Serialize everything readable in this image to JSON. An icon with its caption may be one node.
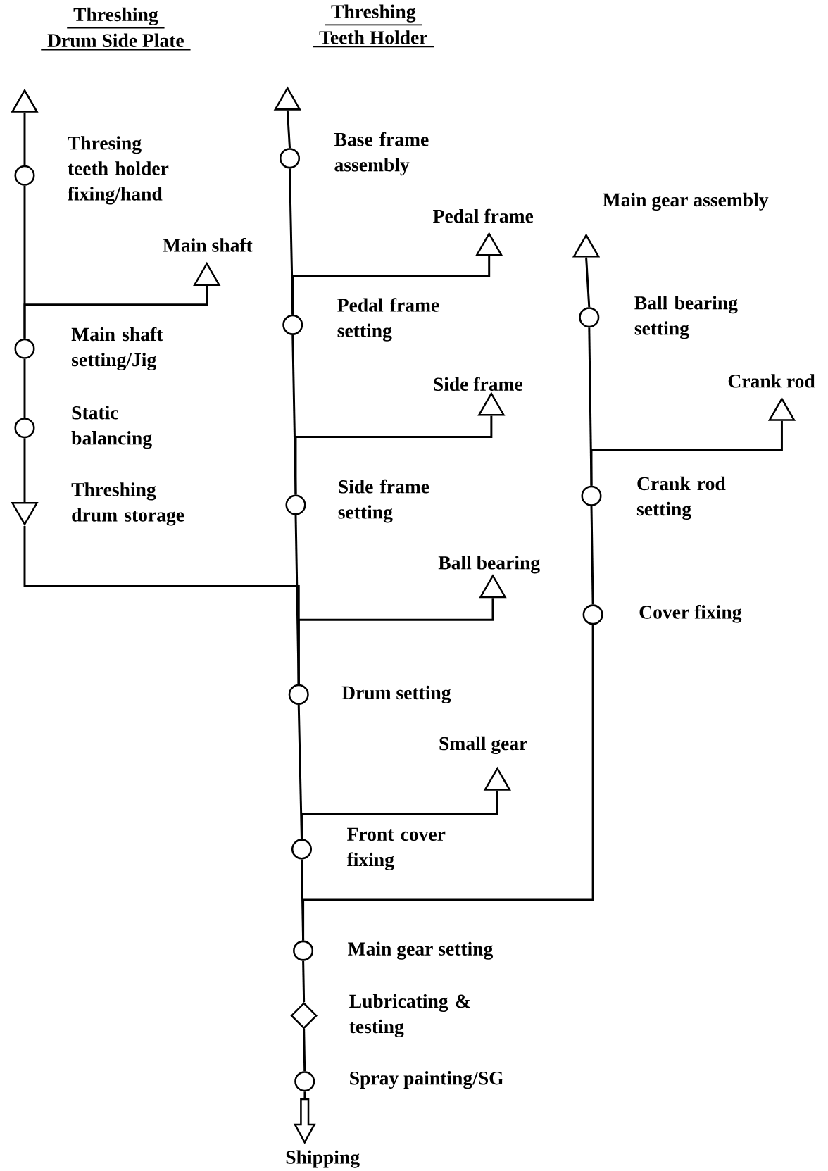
{
  "diagram": {
    "nodes": [
      {
        "text": [],
        "shape": "triangle"
      },
      {
        "text": [],
        "shape": "circle",
        "beside": [
          "Thresing teeth holder fixing/hand"
        ]
      },
      {
        "text": [],
        "shape": "triangle",
        "beside": [
          "Main shaft"
        ]
      },
      {
        "text": [],
        "shape": "circle",
        "beside": [
          "Main shaft setting/Jig"
        ]
      },
      {
        "text": [],
        "shape": "circle",
        "beside": [
          "Static balancing"
        ]
      },
      {
        "text": [],
        "shape": "triangle",
        "beside": [
          "Threshing drum storage"
        ]
      },
      {
        "text": [],
        "shape": "triangle"
      },
      {
        "text": [],
        "shape": "circle",
        "beside": [
          "Base frame assembly"
        ]
      },
      {
        "text": [],
        "shape": "triangle",
        "beside": [
          "Pedal frame"
        ]
      },
      {
        "text": [],
        "shape": "circle",
        "beside": [
          "Pedal frame setting"
        ]
      },
      {
        "text": [],
        "shape": "triangle",
        "beside": [
          "Side frame"
        ]
      },
      {
        "text": [],
        "shape": "circle",
        "beside": [
          "Side frame setting"
        ]
      },
      {
        "text": [],
        "shape": "triangle",
        "beside": [
          "Ball bearing"
        ]
      },
      {
        "text": [],
        "shape": "circle",
        "beside": [
          "Drum setting"
        ]
      },
      {
        "text": [],
        "shape": "triangle",
        "beside": [
          "Small gear"
        ]
      },
      {
        "text": [],
        "shape": "circle",
        "beside": [
          "Front cover fixing"
        ]
      },
      {
        "text": [],
        "shape": "circle",
        "beside": [
          "Main gear setting"
        ]
      },
      {
        "text": [],
        "shape": "diamond",
        "beside": [
          "Lubricating & testing"
        ]
      },
      {
        "text": [],
        "shape": "circle",
        "beside": [
          "Spray painting/SG"
        ]
      },
      {
        "text": [
          "Shipping"
        ]
      },
      {
        "text": [],
        "shape": "triangle",
        "beside": [
          "Main gear assembly"
        ]
      },
      {
        "text": [],
        "shape": "circle",
        "beside": [
          "Ball bearing setting"
        ]
      },
      {
        "text": [],
        "shape": "triangle",
        "beside": [
          "Crank rod"
        ]
      },
      {
        "text": [],
        "shape": "circle",
        "beside": [
          "Crank rod setting"
        ]
      },
      {
        "text": [],
        "shape": "circle",
        "beside": [
          "Cover fixing"
        ]
      }
    ],
    "edges": [
      {
        "from": 0,
        "to": 1,
        "arrow": "none"
      },
      {
        "from": 1,
        "to": 3,
        "arrow": "none"
      },
      {
        "from": 2,
        "to": 3,
        "arrow": "none"
      },
      {
        "from": 3,
        "to": 4,
        "arrow": "none"
      },
      {
        "from": 4,
        "to": 5,
        "arrow": "none"
      },
      {
        "from": 5,
        "to": 13,
        "arrow": "none"
      },
      {
        "from": 6,
        "to": 7,
        "arrow": "none"
      },
      {
        "from": 7,
        "to": 9,
        "arrow": "none"
      },
      {
        "from": 8,
        "to": 9,
        "arrow": "none"
      },
      {
        "from": 9,
        "to": 11,
        "arrow": "none"
      },
      {
        "from": 10,
        "to": 11,
        "arrow": "none"
      },
      {
        "from": 11,
        "to": 13,
        "arrow": "none"
      },
      {
        "from": 12,
        "to": 13,
        "arrow": "none"
      },
      {
        "from": 13,
        "to": 15,
        "arrow": "none"
      },
      {
        "from": 14,
        "to": 15,
        "arrow": "none"
      },
      {
        "from": 15,
        "to": 16,
        "arrow": "none"
      },
      {
        "from": 24,
        "to": 16,
        "arrow": "none"
      },
      {
        "from": 16,
        "to": 17,
        "arrow": "none"
      },
      {
        "from": 17,
        "to": 18,
        "arrow": "none"
      },
      {
        "from": 18,
        "to": 19,
        "arrow": "to",
        "style": "thick"
      },
      {
        "from": 20,
        "to": 21,
        "arrow": "none"
      },
      {
        "from": 21,
        "to": 23,
        "arrow": "none"
      },
      {
        "from": 22,
        "to": 23,
        "arrow": "none"
      },
      {
        "from": 23,
        "to": 24,
        "arrow": "none"
      }
    ],
    "labels": [
      "Threshing",
      "Drum Side Plate",
      "Threshing",
      "Teeth Holder"
    ]
  }
}
